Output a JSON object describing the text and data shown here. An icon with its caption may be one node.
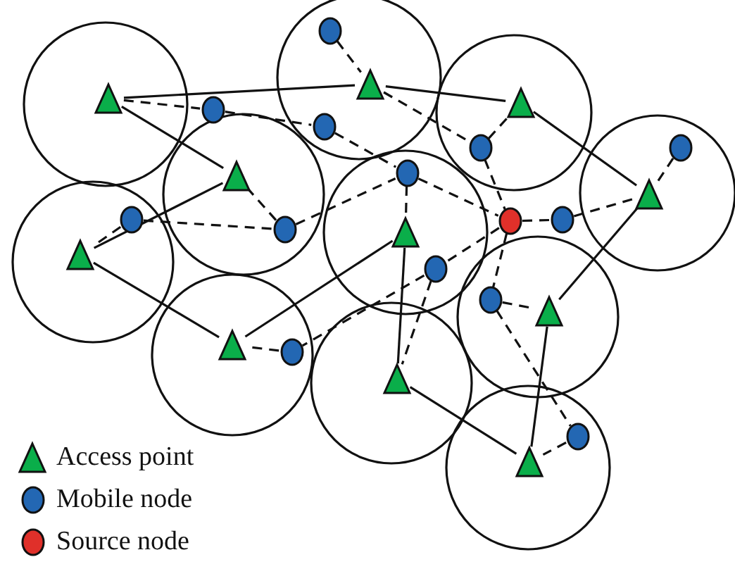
{
  "diagram": {
    "nodes": [
      {
        "text": [],
        "shape": "triangle"
      },
      {
        "text": [],
        "shape": "triangle"
      },
      {
        "text": [],
        "shape": "triangle"
      },
      {
        "text": [],
        "shape": "triangle"
      },
      {
        "text": [],
        "shape": "triangle"
      },
      {
        "text": [],
        "shape": "triangle"
      },
      {
        "text": [],
        "shape": "triangle"
      },
      {
        "text": [],
        "shape": "triangle"
      },
      {
        "text": [],
        "shape": "triangle"
      },
      {
        "text": [],
        "shape": "triangle"
      },
      {
        "text": [],
        "shape": "triangle"
      },
      {
        "text": [],
        "shape": "circle"
      },
      {
        "text": [],
        "shape": "circle"
      },
      {
        "text": [],
        "shape": "circle"
      },
      {
        "text": [],
        "shape": "circle"
      },
      {
        "text": [],
        "shape": "circle"
      },
      {
        "text": [],
        "shape": "circle"
      },
      {
        "text": [],
        "shape": "circle"
      },
      {
        "text": [],
        "shape": "circle"
      },
      {
        "text": [],
        "shape": "circle"
      },
      {
        "text": [],
        "shape": "circle"
      },
      {
        "text": [],
        "shape": "circle"
      },
      {
        "text": [],
        "shape": "circle"
      },
      {
        "text": [],
        "shape": "circle"
      },
      {
        "text": [],
        "shape": "circle"
      }
    ],
    "edges": [
      {
        "from": 0,
        "to": 1,
        "arrow": "none"
      },
      {
        "from": 1,
        "to": 2,
        "arrow": "none"
      },
      {
        "from": 2,
        "to": 6,
        "arrow": "none"
      },
      {
        "from": 0,
        "to": 3,
        "arrow": "none"
      },
      {
        "from": 3,
        "to": 4,
        "arrow": "none"
      },
      {
        "from": 4,
        "to": 7,
        "arrow": "none"
      },
      {
        "from": 7,
        "to": 5,
        "arrow": "none"
      },
      {
        "from": 5,
        "to": 9,
        "arrow": "none"
      },
      {
        "from": 9,
        "to": 10,
        "arrow": "none"
      },
      {
        "from": 10,
        "to": 8,
        "arrow": "none"
      },
      {
        "from": 8,
        "to": 6,
        "arrow": "none"
      },
      {
        "from": 11,
        "to": 1,
        "arrow": "none",
        "style": "dashed"
      },
      {
        "from": 0,
        "to": 12,
        "arrow": "none",
        "style": "dashed"
      },
      {
        "from": 12,
        "to": 13,
        "arrow": "none",
        "style": "dashed"
      },
      {
        "from": 13,
        "to": 16,
        "arrow": "none",
        "style": "dashed"
      },
      {
        "from": 16,
        "to": 24,
        "arrow": "none",
        "style": "dashed"
      },
      {
        "from": 18,
        "to": 16,
        "arrow": "none",
        "style": "dashed"
      },
      {
        "from": 16,
        "to": 5,
        "arrow": "none",
        "style": "dashed"
      },
      {
        "from": 1,
        "to": 14,
        "arrow": "none",
        "style": "dashed"
      },
      {
        "from": 14,
        "to": 2,
        "arrow": "none",
        "style": "dashed"
      },
      {
        "from": 14,
        "to": 24,
        "arrow": "none",
        "style": "dashed"
      },
      {
        "from": 24,
        "to": 19,
        "arrow": "none",
        "style": "dashed"
      },
      {
        "from": 19,
        "to": 6,
        "arrow": "none",
        "style": "dashed"
      },
      {
        "from": 15,
        "to": 6,
        "arrow": "none",
        "style": "dashed"
      },
      {
        "from": 24,
        "to": 20,
        "arrow": "none",
        "style": "dashed"
      },
      {
        "from": 20,
        "to": 9,
        "arrow": "none",
        "style": "dashed"
      },
      {
        "from": 20,
        "to": 22,
        "arrow": "none",
        "style": "dashed"
      },
      {
        "from": 22,
        "to": 7,
        "arrow": "none",
        "style": "dashed"
      },
      {
        "from": 24,
        "to": 21,
        "arrow": "none",
        "style": "dashed"
      },
      {
        "from": 21,
        "to": 8,
        "arrow": "none",
        "style": "dashed"
      },
      {
        "from": 21,
        "to": 23,
        "arrow": "none",
        "style": "dashed"
      },
      {
        "from": 23,
        "to": 10,
        "arrow": "none",
        "style": "dashed"
      },
      {
        "from": 3,
        "to": 18,
        "arrow": "none",
        "style": "dashed"
      },
      {
        "from": 17,
        "to": 18,
        "arrow": "none",
        "style": "dashed"
      },
      {
        "from": 17,
        "to": 4,
        "arrow": "none",
        "style": "dashed"
      }
    ],
    "legend": [
      {
        "text": "Access point"
      },
      {
        "text": "Mobile node"
      },
      {
        "text": "Source node"
      }
    ]
  }
}
